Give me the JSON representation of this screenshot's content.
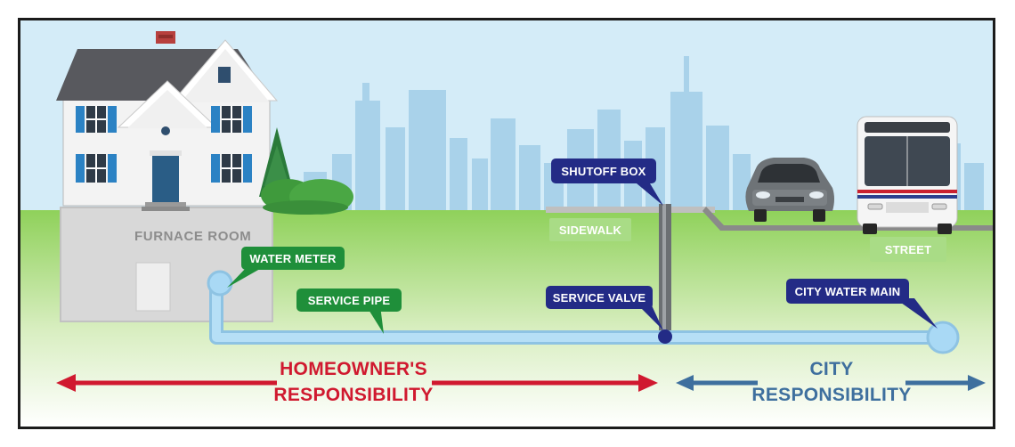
{
  "labels": {
    "furnace_room": "FURNACE ROOM",
    "water_meter": "WATER METER",
    "service_pipe": "SERVICE PIPE",
    "shutoff_box": "SHUTOFF BOX",
    "sidewalk": "SIDEWALK",
    "service_valve": "SERVICE VALVE",
    "city_water_main": "CITY WATER MAIN",
    "street": "STREET"
  },
  "responsibility": {
    "homeowner_line1": "HOMEOWNER'S",
    "homeowner_line2": "RESPONSIBILITY",
    "city_line1": "CITY",
    "city_line2": "RESPONSIBILITY"
  },
  "colors": {
    "sky": "#d4ecf8",
    "skyline": "#a9d2ea",
    "grass": "#8fd15a",
    "pipe": "#a6d6f2",
    "green_label": "#1f8f3a",
    "navy_label": "#232b86",
    "homeowner_red": "#d0192f",
    "city_blue": "#3e6f9e"
  }
}
